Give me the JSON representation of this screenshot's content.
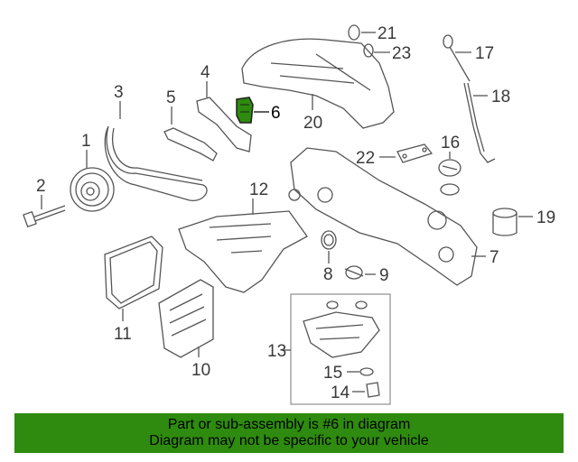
{
  "diagram": {
    "callouts": [
      "1",
      "2",
      "3",
      "4",
      "5",
      "6",
      "7",
      "8",
      "9",
      "10",
      "11",
      "12",
      "13",
      "14",
      "15",
      "16",
      "17",
      "18",
      "19",
      "20",
      "21",
      "22",
      "23"
    ],
    "highlighted_part": "6",
    "highlight_color": "#2e8b0f"
  },
  "banner": {
    "line1": "Part or sub-assembly is #6 in diagram",
    "line2": "Diagram may not be specific to your vehicle",
    "background": "#2e8b0f"
  }
}
